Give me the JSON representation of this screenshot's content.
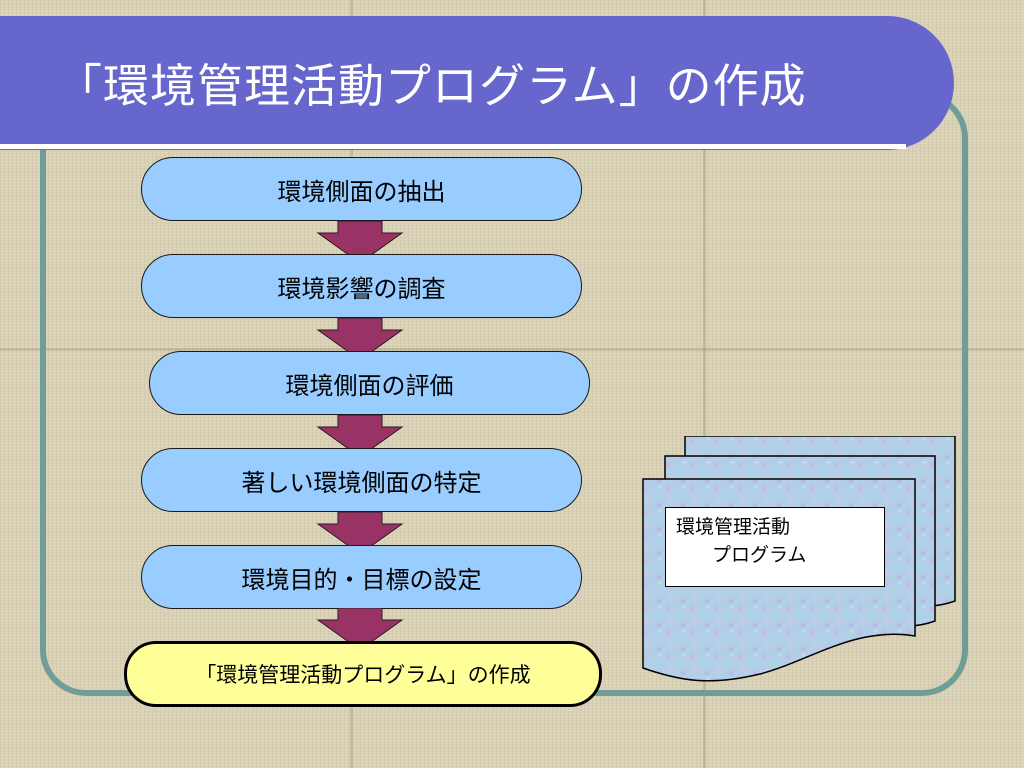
{
  "title": "「環境管理活動プログラム」の作成",
  "steps": [
    "環境側面の抽出",
    "環境影響の調査",
    "環境側面の評価",
    "著しい環境側面の特定",
    "環境目的・目標の設定",
    "「環境管理活動プログラム」の作成"
  ],
  "document": {
    "line1": "環境管理活動",
    "line2": "プログラム"
  },
  "colors": {
    "title_bar": "#6666cc",
    "step_fill": "#99ccff",
    "final_fill": "#ffff99",
    "arrow": "#993366",
    "frame_border": "#6f9e98"
  }
}
